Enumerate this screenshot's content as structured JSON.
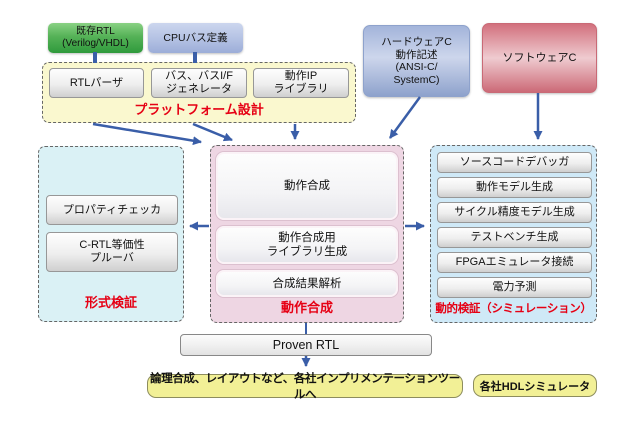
{
  "palette": {
    "arrow_blue": "#3a5ea8",
    "accent_red": "#e60014",
    "existing_rtl_green": "#2f9a3c",
    "cpu_bus_lavender": "#b3c1e3",
    "hardware_c_blue": "#9fb1d8",
    "software_c_red": "#d2707d",
    "platform_bg": "#faf8cf",
    "formal_bg": "#daf1f5",
    "synthesis_bg": "#eed6e3",
    "dynamic_bg": "#cfe9f7",
    "output_yellow": "#f2f096",
    "tool_box_gray": "#dddddd"
  },
  "sources": {
    "existing_rtl": "既存RTL\n(Verilog/VHDL)",
    "cpu_bus": "CPUバス定義",
    "hardware_c": "ハードウェアC\n動作記述\n(ANSI-C/\nSystemC)",
    "software_c": "ソフトウェアC"
  },
  "platform": {
    "label": "プラットフォーム設計",
    "tools": [
      "RTLパーザ",
      "バス、バスI/F\nジェネレータ",
      "動作IP\nライブラリ"
    ]
  },
  "formal": {
    "label": "形式検証",
    "tools": [
      "プロパティチェッカ",
      "C-RTL等価性\nプルーバ"
    ]
  },
  "synthesis": {
    "label": "動作合成",
    "tools": [
      "動作合成",
      "動作合成用\nライブラリ生成",
      "合成結果解析"
    ]
  },
  "dynamic": {
    "label": "動的検証（シミュレーション）",
    "tools": [
      "ソースコードデバッガ",
      "動作モデル生成",
      "サイクル精度モデル生成",
      "テストベンチ生成",
      "FPGAエミュレータ接続",
      "電力予測"
    ]
  },
  "outputs": {
    "proven_rtl": "Proven RTL",
    "implementation": "論理合成、レイアウトなど、各社インプリメンテーションツールへ",
    "hdl_simulator": "各社HDLシミュレータ"
  }
}
